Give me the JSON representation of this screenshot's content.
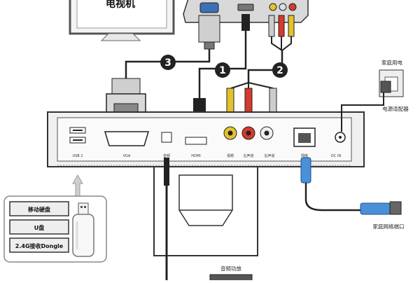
{
  "tv": {
    "label": "电视机"
  },
  "steps": {
    "one": "1",
    "two": "2",
    "three": "3"
  },
  "device": {
    "ports": {
      "usb": "USB 2",
      "vga": "VGA",
      "optical": "音频",
      "hdmi": "HDMI",
      "video": "视频",
      "audio_l": "左声道",
      "audio_r": "右声道",
      "lan": "网络",
      "dcin": "DC IN"
    }
  },
  "power": {
    "outlet_label": "家庭用电",
    "adapter_label": "电源适配器"
  },
  "network": {
    "router_label": "家庭网络端口"
  },
  "storage": {
    "items": [
      "移动硬盘",
      "U盘",
      "2.4G接收Dongle"
    ]
  },
  "amplifier": {
    "label": "音频功放"
  }
}
